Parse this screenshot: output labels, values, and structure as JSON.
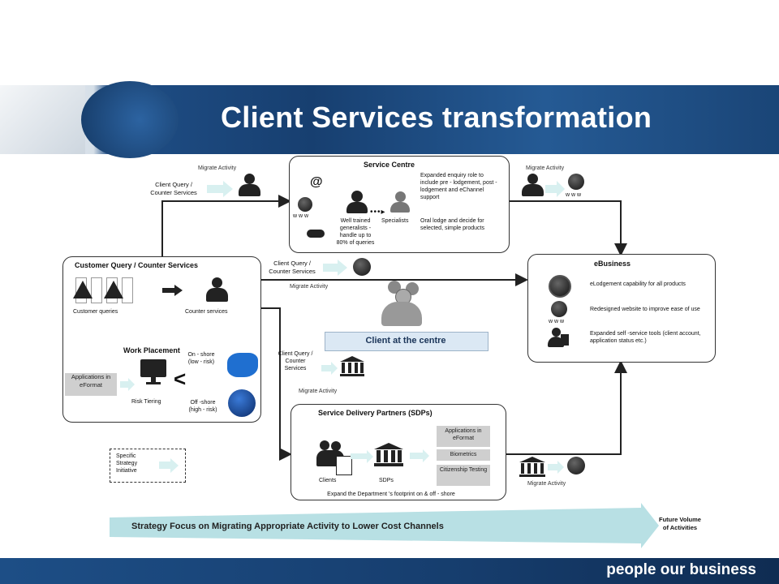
{
  "header": {
    "title": "Client Services transformation"
  },
  "service_centre": {
    "title": "Service Centre",
    "at": "@",
    "www": "w w w",
    "generalists": "Well trained generalists - handle up to 80% of queries",
    "specialists": "Specialists",
    "desc1": "Expanded enquiry role to include pre - lodgement, post - lodgement and eChannel support",
    "desc2": "Oral lodge and decide for selected, simple products"
  },
  "top_left": {
    "migrate": "Migrate Activity",
    "query": "Client Query / Counter Services"
  },
  "top_right": {
    "migrate": "Migrate Activity",
    "www": "w w w"
  },
  "customer_query": {
    "title": "Customer Query / Counter Services",
    "customer_queries": "Customer queries",
    "counter_services": "Counter services"
  },
  "work_placement": {
    "title": "Work Placement",
    "applications": "Applications in eFormat",
    "risk": "Risk Tiering",
    "onshore": "On - shore (low - risk)",
    "offshore": "Off -shore (high - risk)"
  },
  "middle": {
    "query": "Client Query / Counter Services",
    "migrate": "Migrate Activity",
    "client_centre": "Client at the centre",
    "query2": "Client Query / Counter Services",
    "migrate2": "Migrate Activity"
  },
  "ebusiness": {
    "title": "eBusiness",
    "www": "w w w",
    "item1": "eLodgement capability for all products",
    "item2": "Redesigned website to improve ease of use",
    "item3": "Expanded self -service tools (client account, application status etc.)"
  },
  "sdp": {
    "title": "Service Delivery Partners (SDPs)",
    "clients": "Clients",
    "sdps": "SDPs",
    "app": "Applications in eFormat",
    "bio": "Biometrics",
    "cit": "Citizenship Testing",
    "expand": "Expand the Department 's footprint on & off - shore"
  },
  "bottom_right": {
    "migrate": "Migrate Activity"
  },
  "specific": "Specific Strategy Initiative",
  "strategy": "Strategy Focus on Migrating Appropriate Activity to Lower Cost Channels",
  "future": "Future Volume of Activities",
  "footer": {
    "tagline": "people our business"
  }
}
